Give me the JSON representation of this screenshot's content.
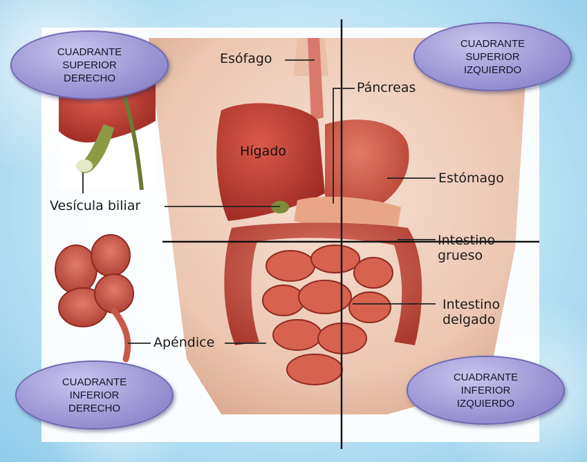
{
  "quadrants": {
    "upper_right": [
      "CUADRANTE",
      "SUPERIOR",
      "DERECHO"
    ],
    "upper_left": [
      "CUADRANTE",
      "SUPERIOR",
      "IZQUIERDO"
    ],
    "lower_right": [
      "CUADRANTE",
      "INFERIOR",
      "DERECHO"
    ],
    "lower_left": [
      "CUADRANTE",
      "INFERIOR",
      "IZQUIERDO"
    ]
  },
  "labels": {
    "esofago": "Esófago",
    "pancreas": "Páncreas",
    "higado": "Hígado",
    "estomago": "Estómago",
    "vesicula": "Vesícula biliar",
    "intestino_grueso": [
      "Intestino",
      "grueso"
    ],
    "intestino_delgado": [
      "Intestino",
      "delgado"
    ],
    "apendice": "Apéndice"
  },
  "colors": {
    "quadrant_fill": "#9e98d6",
    "organ_red": "#c8463a",
    "liver": "#b53a30",
    "skin": "#f1d3c2"
  }
}
